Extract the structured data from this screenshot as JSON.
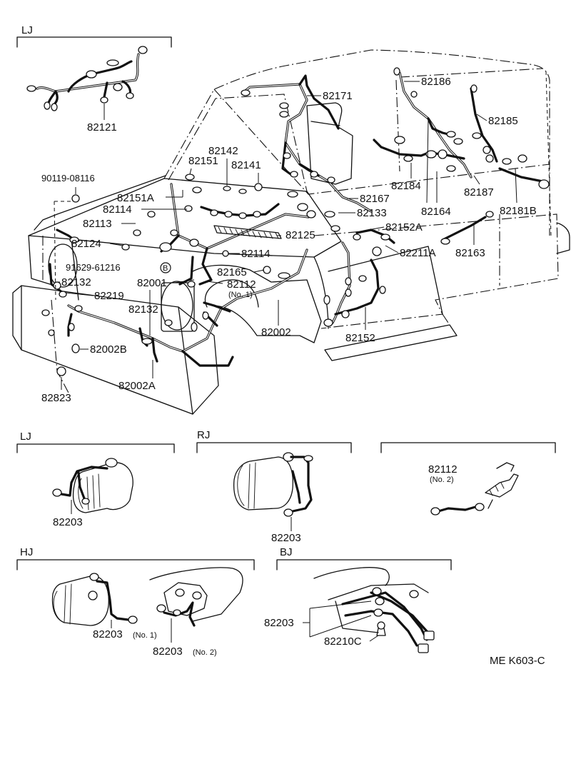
{
  "diagram": {
    "sections": {
      "top_lj": "LJ",
      "mid_lj": "LJ",
      "mid_rj": "RJ",
      "hj": "HJ",
      "bj": "BJ"
    },
    "parts": {
      "p82121": "82121",
      "p90119": "90119-08116",
      "p82151A": "82151A",
      "p82151": "82151",
      "p82142": "82142",
      "p82141": "82141",
      "p82114a": "82114",
      "p82113": "82113",
      "p82124": "82124",
      "p82125": "82125",
      "p82114b": "82114",
      "p91629": "91629-61216",
      "circleB": "B",
      "p82165": "82165",
      "p82132a": "82132",
      "p82001": "82001",
      "p82112": "82112",
      "p82112_no1": "(No. 1)",
      "p82219": "82219",
      "p82132b": "82132",
      "p82002": "82002",
      "p82002B": "82002B",
      "p82002A": "82002A",
      "p82823": "82823",
      "p82171": "82171",
      "p82186": "82186",
      "p82185": "82185",
      "p82167": "82167",
      "p82133": "82133",
      "p82184": "82184",
      "p82187": "82187",
      "p82164": "82164",
      "p82181B": "82181B",
      "p82152A": "82152A",
      "p82211A": "82211A",
      "p82163": "82163",
      "p82152": "82152",
      "lj_82203": "82203",
      "rj_82203": "82203",
      "p82112_2": "82112",
      "p82112_no2": "(No. 2)",
      "hj_82203a": "82203",
      "hj_no1": "(No. 1)",
      "hj_82203b": "82203",
      "hj_no2": "(No. 2)",
      "bj_82203": "82203",
      "bj_82210C": "82210C"
    },
    "code": "ME  K603-C"
  }
}
